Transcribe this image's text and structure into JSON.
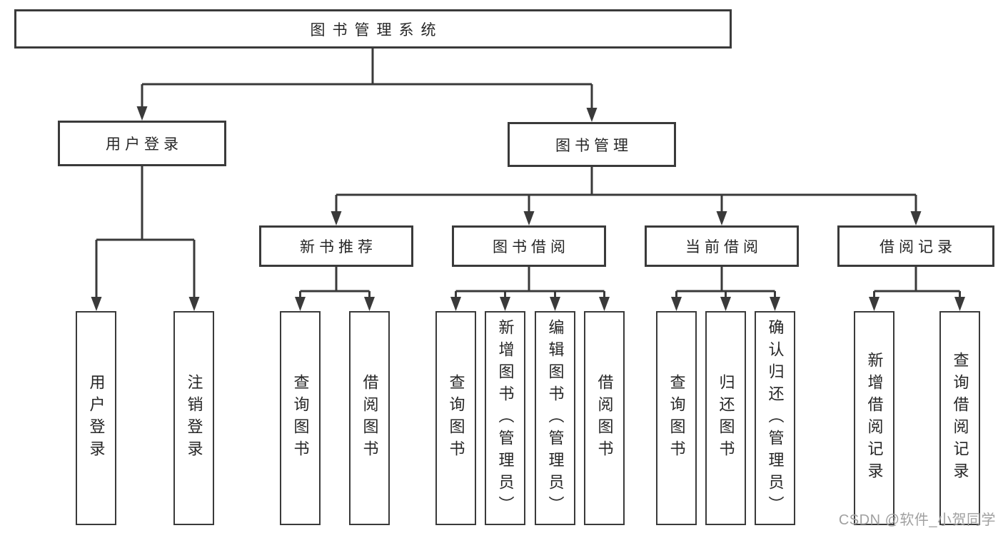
{
  "diagram_type": "hierarchy-tree",
  "colors": {
    "background": "#ffffff",
    "line": "#3a3a3a",
    "box_border": "#3a3a3a",
    "box_fill": "#ffffff",
    "text": "#262626",
    "watermark": "#a0a0a0"
  },
  "watermark": {
    "text": "CSDN @软件_小贺同学"
  },
  "tree": {
    "root": "图书管理系统",
    "children": [
      {
        "label": "用户登录",
        "children": [
          "用户登录",
          "注销登录"
        ]
      },
      {
        "label": "图书管理",
        "children": [
          {
            "label": "新书推荐",
            "children": [
              "查询图书",
              "借阅图书"
            ]
          },
          {
            "label": "图书借阅",
            "children": [
              "查询图书",
              "新增图书（管理员）",
              "编辑图书（管理员）",
              "借阅图书"
            ]
          },
          {
            "label": "当前借阅",
            "children": [
              "查询图书",
              "归还图书",
              "确认归还（管理员）"
            ]
          },
          {
            "label": "借阅记录",
            "children": [
              "新增借阅记录",
              "查询借阅记录"
            ]
          }
        ]
      }
    ]
  }
}
